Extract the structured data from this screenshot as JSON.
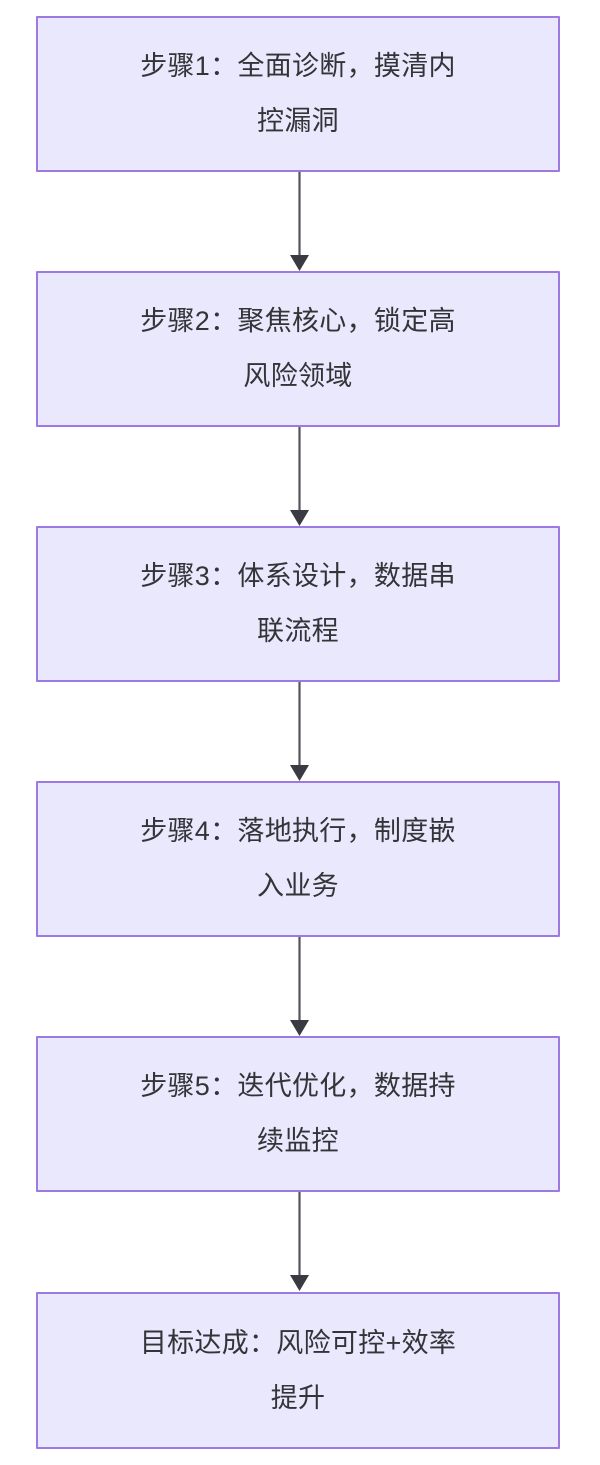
{
  "diagram": {
    "type": "flowchart",
    "orientation": "top-to-bottom",
    "background_color": "#ffffff",
    "node_fill_color": "#e9e8fc",
    "node_border_color": "#9d79e4",
    "node_text_color": "#333338",
    "connector_color": "#53535c",
    "arrowhead_color": "#3a3a42",
    "node_count": 6,
    "connector_count": 5
  },
  "nodes": [
    {
      "id": "step-1",
      "label": "步骤1：全面诊断，摸清内控漏洞"
    },
    {
      "id": "step-2",
      "label": "步骤2：聚焦核心，锁定高风险领域"
    },
    {
      "id": "step-3",
      "label": "步骤3：体系设计，数据串联流程"
    },
    {
      "id": "step-4",
      "label": "步骤4：落地执行，制度嵌入业务"
    },
    {
      "id": "step-5",
      "label": "步骤5：迭代优化，数据持续监控"
    },
    {
      "id": "goal",
      "label": "目标达成：风险可控+效率提升"
    }
  ],
  "connectors": [
    {
      "id": "arrow-1",
      "from": "step-1",
      "to": "step-2",
      "icon": "down-arrow-icon"
    },
    {
      "id": "arrow-2",
      "from": "step-2",
      "to": "step-3",
      "icon": "down-arrow-icon"
    },
    {
      "id": "arrow-3",
      "from": "step-3",
      "to": "step-4",
      "icon": "down-arrow-icon"
    },
    {
      "id": "arrow-4",
      "from": "step-4",
      "to": "step-5",
      "icon": "down-arrow-icon"
    },
    {
      "id": "arrow-5",
      "from": "step-5",
      "to": "goal",
      "icon": "down-arrow-icon"
    }
  ]
}
